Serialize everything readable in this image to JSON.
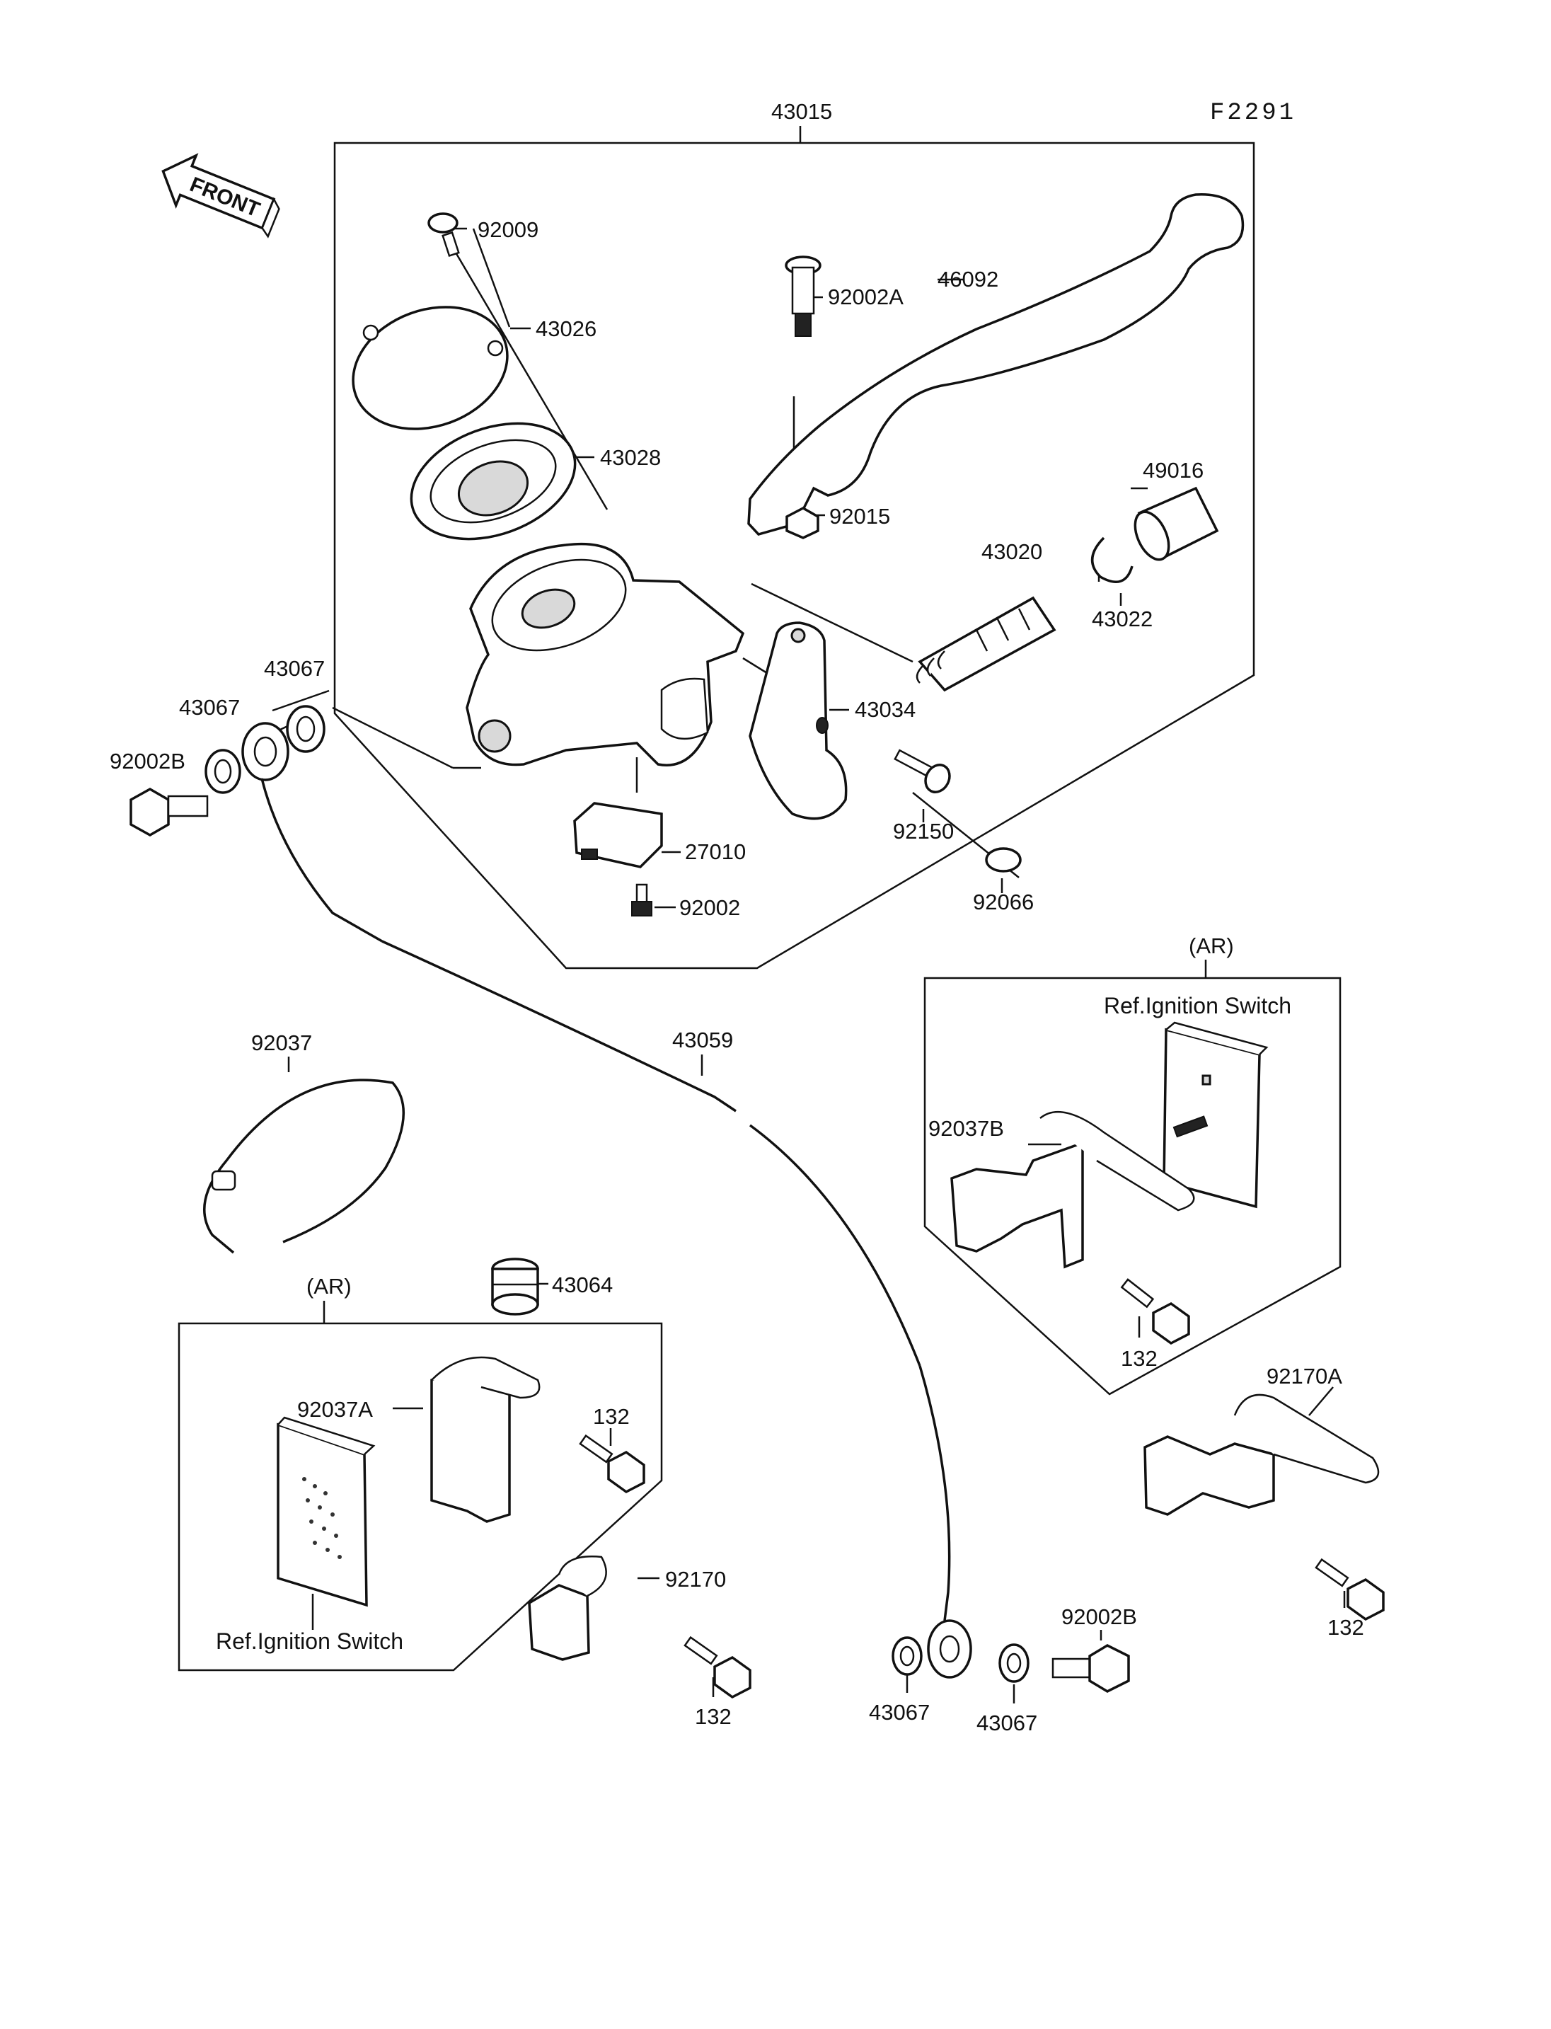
{
  "diagram_code": "F2291",
  "front_arrow": {
    "label": "FRONT",
    "icon": "front-direction-arrow-icon"
  },
  "group_label": "(AR)",
  "ref_note": "Ref.Ignition Switch",
  "parts": {
    "p43015": "43015",
    "p92009": "92009",
    "p43026": "43026",
    "p43028": "43028",
    "p92002A": "92002A",
    "p46092": "46092",
    "p92015": "92015",
    "p49016": "49016",
    "p43020": "43020",
    "p43022": "43022",
    "p43034": "43034",
    "p92150": "92150",
    "p92066": "92066",
    "p27010": "27010",
    "p92002": "92002",
    "p43067": "43067",
    "p92002B": "92002B",
    "p92037": "92037",
    "p43059": "43059",
    "p92037B": "92037B",
    "p132": "132",
    "p43064": "43064",
    "p92037A": "92037A",
    "p92170": "92170",
    "p92170A": "92170A"
  }
}
